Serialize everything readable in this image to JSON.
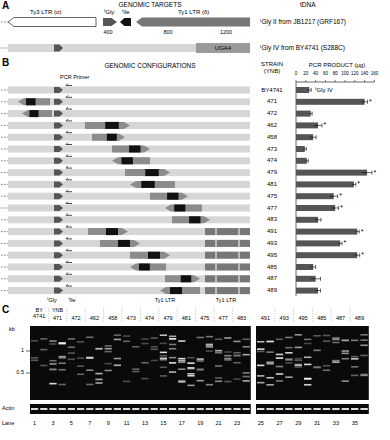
{
  "diagram": {
    "nodes": [
      {
        "text": [
          "UGA4"
        ]
      }
    ],
    "labels": [
      "A",
      "GENOMIC TARGETS",
      "tDNA",
      "Ty3 LTR (σ)",
      "ᵗGly",
      "ᵗIle",
      "Ty1 LTR (δ)",
      "400",
      "800",
      "1200",
      "ᵗGly II from JB1217 (GRF167)",
      "ᵗGly IV from BY4741 (S288C)",
      "B",
      "GENOMIC CONFIGURATIONS",
      "STRAIN (YNB)",
      "PCR PRODUCT (μg)",
      "0",
      "20",
      "40",
      "60",
      "80",
      "100",
      "120",
      "140",
      "160",
      "PCR Primer",
      "BY4741",
      "ᵗGly IV",
      "471",
      "472",
      "462",
      "458",
      "473",
      "474",
      "479",
      "481",
      "475",
      "477",
      "483",
      "491",
      "493",
      "495",
      "485",
      "487",
      "489",
      "*",
      "*",
      "*",
      "*",
      "*",
      "*",
      "*",
      "*",
      "*",
      "ᵗGly",
      "ᵗIle",
      "Ty1 LTR",
      "Ty1 LTR",
      "C",
      "BY 4741",
      "YNB",
      "471",
      "472",
      "462",
      "458",
      "473",
      "474",
      "479",
      "481",
      "475",
      "477",
      "483",
      "491",
      "493",
      "495",
      "485",
      "487",
      "489",
      "kb",
      "1",
      "0.5",
      "Actin",
      "Lane",
      "1",
      "3",
      "5",
      "7",
      "9",
      "11",
      "13",
      "15",
      "17",
      "19",
      "21",
      "23",
      "25",
      "27",
      "29",
      "31",
      "33",
      "35"
    ]
  }
}
